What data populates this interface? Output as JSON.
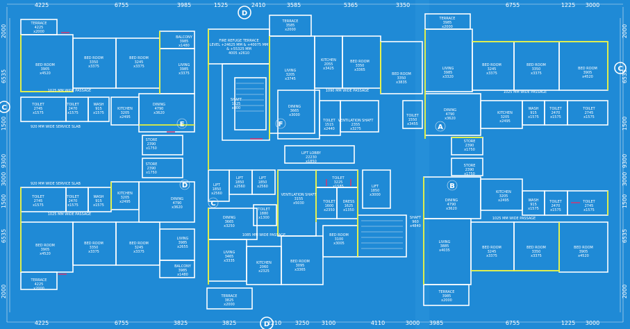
{
  "dimensions": {
    "top": [
      "4225",
      "6755",
      "3985",
      "1525",
      "2410",
      "3585",
      "5365",
      "3350",
      "6755",
      "1225",
      "3000"
    ],
    "bottom": [
      "4225",
      "6755",
      "3825",
      "3825",
      "2210",
      "3250",
      "3100",
      "4110",
      "3000",
      "3985",
      "6755",
      "1225",
      "3000"
    ],
    "left": [
      "2000",
      "6535",
      "1500",
      "9300",
      "3000",
      "1500",
      "6535",
      "2000"
    ],
    "right": [
      "2000",
      "6535",
      "1500",
      "9300",
      "3000",
      "1500",
      "6535",
      "2000"
    ]
  },
  "grid_markers": {
    "top_d": "D",
    "bottom_d": "D",
    "left_c": "C",
    "right_c": "C"
  },
  "wing_markers": {
    "a": "A",
    "b": "B",
    "c": "C",
    "d": "D",
    "e": "E",
    "f": "F"
  },
  "rooms": {
    "terrace_tl": {
      "name": "TERRACE",
      "size": "4225\nx2000"
    },
    "bed_tl1": {
      "name": "BED ROOM",
      "size": "3905\nx4520"
    },
    "bed_tl2": {
      "name": "BED ROOM",
      "size": "3350\nx3375"
    },
    "bed_tl3": {
      "name": "BED ROOM",
      "size": "3245\nx3375"
    },
    "balcony_t": {
      "name": "BALCONY",
      "size": "3985\nx1480"
    },
    "living_tl": {
      "name": "LIVING",
      "size": "3985\nx3375"
    },
    "dining_tl": {
      "name": "DINING",
      "size": "4790\nx3620"
    },
    "kitchen_tl": {
      "name": "KITCHEN",
      "size": "3205\nx2495"
    },
    "toilet_tl1": {
      "name": "TOILET",
      "size": "2745\nx1575"
    },
    "toilet_tl2": {
      "name": "TOILET",
      "size": "2470\nx1575"
    },
    "wash_tl": {
      "name": "WASH",
      "size": "915\nx1575"
    },
    "passage_tl": "1025 MM WIDE PASSAGE",
    "service_tl": "920 MM WIDE SERVICE SLAB",
    "fire_refuge": {
      "name": "FIRE REFUGE TERRACE",
      "size": "4005 x2610",
      "level": "LEVEL +24625 MM & +40075 MM\n& +55325 MM"
    },
    "terrace_tc": {
      "name": "TERRACE",
      "size": "3585\nx2000"
    },
    "living_tc": {
      "name": "LIVING",
      "size": "3205\nx3745"
    },
    "kitchen_tc": {
      "name": "KITCHEN",
      "size": "2055\nx3425"
    },
    "bed_tc": {
      "name": "BED ROOM",
      "size": "3350\nx3365"
    },
    "bed_tc2": {
      "name": "BED ROOM",
      "size": "3350\nx3835"
    },
    "dining_tc": {
      "name": "DINING",
      "size": "3665\nx3000"
    },
    "passage_tc": "1090 MM WIDE PASSAGE",
    "shaft_l": {
      "name": "SHAFT",
      "size": "1525\nx800"
    },
    "ventilation_t": {
      "name": "VENTILATION SHAFT",
      "size": "2355\nx3275"
    },
    "toilet_tc": {
      "name": "TOILET",
      "size": "1515\nx2440"
    },
    "toilet_tc2": {
      "name": "TOILET",
      "size": "1550\nx3455"
    },
    "lift_lobby": {
      "name": "LIFT LOBBY",
      "size": "22230\nx1850"
    },
    "terrace_tr": {
      "name": "TERRACE",
      "size": "3985\nx2000"
    },
    "living_tr": {
      "name": "LIVING",
      "size": "3985\nx3320"
    },
    "bed_tr1": {
      "name": "BED ROOM",
      "size": "3245\nx3375"
    },
    "bed_tr2": {
      "name": "BED ROOM",
      "size": "3350\nx3375"
    },
    "bed_tr3": {
      "name": "BED ROOM",
      "size": "3905\nx4520"
    },
    "dining_tr": {
      "name": "DINING",
      "size": "4790\nx3620"
    },
    "kitchen_tr": {
      "name": "KITCHEN",
      "size": "3205\nx2495"
    },
    "wash_tr": {
      "name": "WASH",
      "size": "915\nx1575"
    },
    "toilet_tr1": {
      "name": "TOILET",
      "size": "2470\nx1575"
    },
    "toilet_tr2": {
      "name": "TOILET",
      "size": "2745\nx1575"
    },
    "passage_tr": "1025 MM WIDE PASSAGE",
    "store_tl": {
      "name": "STORE",
      "size": "2390\nx1750"
    },
    "store_bl": {
      "name": "STORE",
      "size": "2390\nx1750"
    },
    "store_tr": {
      "name": "STORE",
      "size": "2390\nx1750"
    },
    "store_br": {
      "name": "STORE",
      "size": "2390\nx1750"
    },
    "lift1": {
      "name": "LIFT",
      "size": "1850\nx2560"
    },
    "lift2": {
      "name": "LIFT",
      "size": "1850\nx2560"
    },
    "lift3": {
      "name": "LIFT",
      "size": "1850\nx2560"
    },
    "lift4": {
      "name": "LIFT",
      "size": "1850\nx3000"
    },
    "ventilation_b": {
      "name": "VENTILATION SHAFT",
      "size": "3155\nx5030"
    },
    "toilet_bc": {
      "name": "TOILET",
      "size": "3225\nx1585"
    },
    "toilet_bc2": {
      "name": "TOILET",
      "size": "1600\nx2350"
    },
    "dress": {
      "name": "DRESS",
      "size": "1625\nx1350"
    },
    "toilet_bc3": {
      "name": "TOILET",
      "size": "1880\nx1300"
    },
    "dining_bc": {
      "name": "DINING",
      "size": "3665\nx3250"
    },
    "living_bc": {
      "name": "LIVING",
      "size": "3465\nx3335"
    },
    "kitchen_bc": {
      "name": "KITCHEN",
      "size": "2060\nx2325"
    },
    "bed_bc": {
      "name": "BED ROOM",
      "size": "3095\nx3365"
    },
    "bed_bc2": {
      "name": "BED ROOM",
      "size": "3100\nx3005"
    },
    "passage_bc": "1085 MM WIDE PASSAGE",
    "terrace_bc": {
      "name": "TERRACE",
      "size": "3825\nx2000"
    },
    "terrace_bl": {
      "name": "TERRACE",
      "size": "4225\nx2000"
    },
    "bed_bl1": {
      "name": "BED ROOM",
      "size": "3905\nx4520"
    },
    "bed_bl2": {
      "name": "BED ROOM",
      "size": "3350\nx3375"
    },
    "bed_bl3": {
      "name": "BED ROOM",
      "size": "3245\nx3375"
    },
    "balcony_bl": {
      "name": "BALCONY",
      "size": "3985\nx1480"
    },
    "living_bl": {
      "name": "LIVING",
      "size": "3985\nx2655"
    },
    "dining_bl": {
      "name": "DINING",
      "size": "4790\nx3620"
    },
    "kitchen_bl": {
      "name": "KITCHEN",
      "size": "3205\nx2495"
    },
    "toilet_bl1": {
      "name": "TOILET",
      "size": "2745\nx1575"
    },
    "toilet_bl2": {
      "name": "TOILET",
      "size": "2470\nx1575"
    },
    "wash_bl": {
      "name": "WASH",
      "size": "915\nx1575"
    },
    "passage_bl": "1025 MM WIDE PASSAGE",
    "service_bl": "920 MM WIDE SERVICE SLAB",
    "terrace_br": {
      "name": "TERRACE",
      "size": "3985\nx2000"
    },
    "living_br": {
      "name": "LIVING",
      "size": "3885\nx4035"
    },
    "dining_br": {
      "name": "DINING",
      "size": "4790\nx3620"
    },
    "kitchen_br": {
      "name": "KITCHEN",
      "size": "3205\nx2495"
    },
    "wash_br": {
      "name": "WASH",
      "size": "915\nx1575"
    },
    "toilet_br1": {
      "name": "TOILET",
      "size": "2470\nx1575"
    },
    "toilet_br2": {
      "name": "TOILET",
      "size": "2745\nx1575"
    },
    "bed_br1": {
      "name": "BED ROOM",
      "size": "3245\nx3375"
    },
    "bed_br2": {
      "name": "BED ROOM",
      "size": "3350\nx3375"
    },
    "bed_br3": {
      "name": "BED ROOM",
      "size": "3905\nx4520"
    },
    "passage_br": "1025 MM WIDE PASSAGE",
    "shaft_r": {
      "name": "SHAFT",
      "size": "960\nx4840"
    }
  }
}
